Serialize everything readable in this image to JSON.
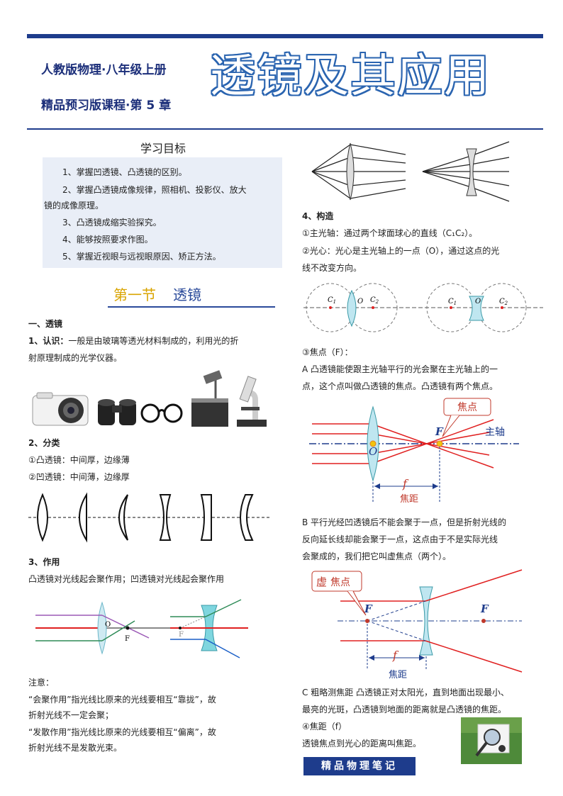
{
  "header": {
    "subtitle_1": "人教版物理·八年级上册",
    "subtitle_2": "精品预习版课程·第 5 章",
    "main_title": "透镜及其应用"
  },
  "goals": {
    "title": "学习目标",
    "items": [
      "1、掌握凹透镜、凸透镜的区别。",
      "2、掌握凸透镜成像规律，照相机、投影仪、放大",
      "镜的成像原理。",
      "3、凸透镜成缩实验探究。",
      "4、能够按照要求作图。",
      "5、掌握近视眼与远视眼原因、矫正方法。"
    ]
  },
  "section": {
    "number": "第一节",
    "name": "透镜"
  },
  "left": {
    "h1": "一、透镜",
    "p1_label": "1、认识：",
    "p1_text": "一般是由玻璃等透光材料制成的，利用光的折",
    "p1_text2": "射原理制成的光学仪器。",
    "h2": "2、分类",
    "convex": "①凸透镜：中间厚，边缘薄",
    "concave": "②凹透镜：中间薄，边缘厚",
    "h3": "3、作用",
    "effect": "凸透镜对光线起会聚作用；凹透镜对光线起会聚作用",
    "fig_O": "O",
    "fig_F": "F",
    "fig_F2": "F",
    "note_title": "注意：",
    "note1": "“会聚作用”指光线比原来的光线要相互“靠拢”，故",
    "note1b": "折射光线不一定会聚；",
    "note2": "“发散作用”指光线比原来的光线要相互“偏离”，故",
    "note2b": "折射光线不是发散光束。"
  },
  "right": {
    "h4": "4、构造",
    "axis": "①主光轴：通过两个球面球心的直线（C₁C₂）。",
    "center1": "②光心：光心是主光轴上的一点（O），通过这点的光",
    "center2": "线不改变方向。",
    "c1": "C",
    "c1_sub": "1",
    "c2": "C",
    "c2_sub": "2",
    "o": "O",
    "focus_title": "③焦点（F）：",
    "focusA1": "A 凸透镜能使跟主光轴平行的光会聚在主光轴上的一",
    "focusA2": "点，这个点叫做凸透镜的焦点。凸透镜有两个焦点。",
    "fig1_callout": "焦点",
    "fig1_F": "F",
    "fig1_axis": "主轴",
    "fig1_O": "O",
    "fig1_f": "f",
    "fig1_fl": "焦距",
    "focusB1": "B 平行光经凹透镜后不能会聚于一点，但是折射光线的",
    "focusB2": "反向延长线却能会聚于一点，这点由于不是实际光线",
    "focusB3": "会聚成的，我们把它叫虚焦点（两个）。",
    "fig2_callout_a": "虚",
    "fig2_callout_b": "焦点",
    "fig2_F1": "F",
    "fig2_F2": "F",
    "fig2_f": "f",
    "fig2_fl": "焦距",
    "focusC1": "C 粗略测焦距  凸透镜正对太阳光，直到地面出现最小、",
    "focusC2": "最亮的光斑，凸透镜到地面的距离就是凸透镜的焦距。",
    "fl_title": "④焦距（f）",
    "fl_text": "透镜焦点到光心的距离叫焦距。"
  },
  "footer": {
    "label": "精品物理笔记"
  },
  "colors": {
    "brand": "#1e3c8c",
    "title_outline": "#2a64b0",
    "section_gold": "#d9a400",
    "ray_red": "#e02020",
    "callout_red": "#c0392b"
  }
}
